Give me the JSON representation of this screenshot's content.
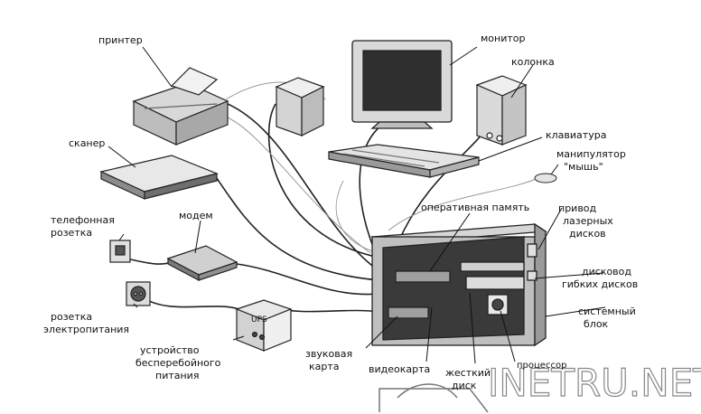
{
  "labels": {
    "printer": "принтер",
    "monitor": "монитор",
    "speaker": "колонка",
    "scanner": "сканер",
    "keyboard": "клавиатура",
    "mouse_line1": "манипулятор",
    "mouse_line2": "\"мышь\"",
    "phone_socket_line1": "телефонная",
    "phone_socket_line2": "розетка",
    "modem": "модем",
    "ram": "оперативная память",
    "cd_drive_line1": "привод",
    "cd_drive_line2": "лазерных",
    "cd_drive_line3": "дисков",
    "floppy_line1": "дисковод",
    "floppy_line2": "гибких дисков",
    "power_socket_line1": "розетка",
    "power_socket_line2": "электропитания",
    "system_unit_line1": "системный",
    "system_unit_line2": "блок",
    "ups_line1": "устройство",
    "ups_line2": "бесперебойного",
    "ups_line3": "питания",
    "ups_badge": "UPS",
    "sound_card_line1": "звуковая",
    "sound_card_line2": "карта",
    "video_card": "видеокарта",
    "hdd_line1": "жесткий",
    "hdd_line2": "диск",
    "cpu": "процессор"
  },
  "watermark": {
    "text": "INETRU.NET"
  },
  "colors": {
    "stroke": "#111111",
    "light_fill": "#e6e6e6",
    "mid_fill": "#bdbdbd",
    "dark_fill": "#444444"
  }
}
